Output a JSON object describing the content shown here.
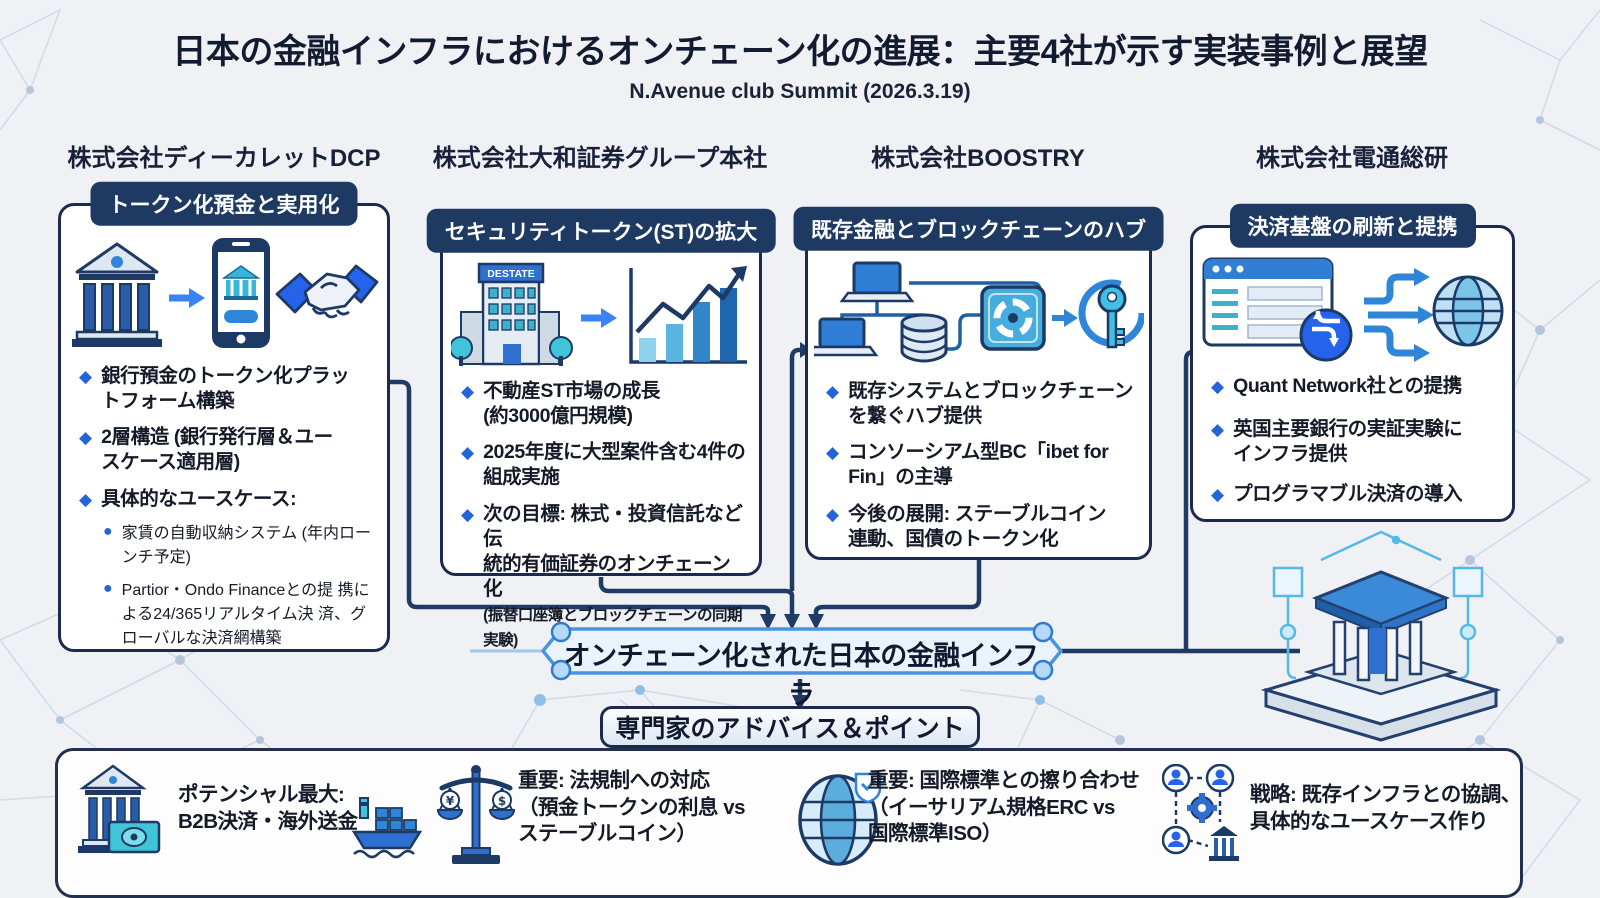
{
  "title": "日本の金融インフラにおけるオンチェーン化の進展：主要4社が示す実装事例と展望",
  "subtitle": "N.Avenue club Summit (2026.3.19)",
  "columns": [
    {
      "company": "株式会社ディーカレットDCP",
      "badge": "トークン化預金と実用化",
      "icons": [
        "bank-icon",
        "arrow-right-icon",
        "smartphone-bank-icon",
        "handshake-icon"
      ],
      "bullets": [
        {
          "text": "銀行預金のトークン化プラッ\nトフォーム構築"
        },
        {
          "text": "2層構造 (銀行発行層＆ユー\nスケース適用層)"
        },
        {
          "text": "具体的なユースケース:",
          "subs": [
            "家賃の自動収納システム\n(年内ローンチ予定)",
            "Partior・Ondo Financeとの提\n携による24/365リアルタイム決\n済、グローバルな決済網構築"
          ]
        }
      ]
    },
    {
      "company": "株式会社大和証券グループ本社",
      "badge": "セキュリティトークン(ST)の拡大",
      "building_sign": "DESTATE",
      "icons": [
        "destate-building-icon",
        "arrow-right-icon",
        "growth-chart-icon"
      ],
      "bullets": [
        {
          "text": "不動産ST市場の成長\n(約3000億円規模)"
        },
        {
          "text": "2025年度に大型案件含む4件の\n組成実施"
        },
        {
          "text": "次の目標: 株式・投資信託など伝\n統的有価証券のオンチェーン化",
          "note": "(振替口座簿とブロックチェーンの同期実験)"
        }
      ]
    },
    {
      "company": "株式会社BOOSTRY",
      "badge": "既存金融とブロックチェーンのハブ",
      "icons": [
        "network-computers-icon",
        "database-icon",
        "hub-box-icon",
        "key-icon"
      ],
      "bullets": [
        {
          "text": "既存システムとブロックチェーン\nを繋ぐハブ提供"
        },
        {
          "text": "コンソーシアム型BC「ibet for\nFin」の主導"
        },
        {
          "text": "今後の展開: ステーブルコイン\n連動、国債のトークン化"
        }
      ]
    },
    {
      "company": "株式会社電通総研",
      "badge": "決済基盤の刷新と提携",
      "icons": [
        "ledger-window-icon",
        "transfer-arrows-icon",
        "globe-icon"
      ],
      "bullets": [
        {
          "text": "Quant Network社との提携"
        },
        {
          "text": "英国主要銀行の実証実験に\nインフラ提供"
        },
        {
          "text": "プログラマブル決済の導入"
        }
      ]
    }
  ],
  "banner": {
    "label": "オンチェーン化された日本の金融インフラ"
  },
  "advice": {
    "header": "専門家のアドバイス＆ポイント",
    "items": [
      {
        "icon": "bank-banknote-icon",
        "extra_icon": "cargo-ship-icon",
        "text": "ポテンシャル最大:\nB2B決済・海外送金"
      },
      {
        "icon": "scales-icon",
        "text": "重要: 法規制への対応\n（預金トークンの利息 vs\nステーブルコイン）"
      },
      {
        "icon": "globe-shield-icon",
        "text": "重要: 国際標準との擦り合わせ\n（イーサリアム規格ERC vs\n国際標準ISO）"
      },
      {
        "icon": "people-network-icon",
        "text": "戦略: 既存インフラとの協調、\n具体的なユースケース作り"
      }
    ]
  },
  "colors": {
    "accent_blue": "#2563eb",
    "navy": "#1d3a66",
    "badge_bg": "#1e3a63",
    "connector": "#203a66",
    "banner_border": "#4a94dd",
    "cyan": "#3fb0d8",
    "background": "#eff1f4"
  }
}
